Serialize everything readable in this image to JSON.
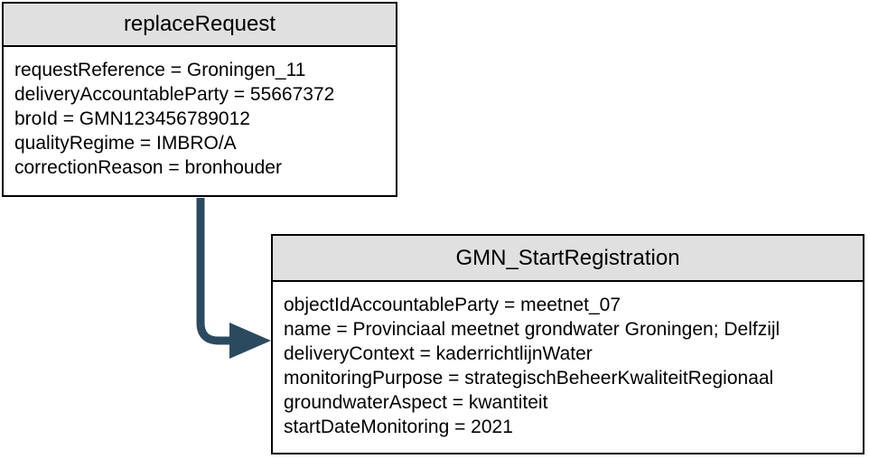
{
  "colors": {
    "arrow": "#2b4a60",
    "node_header_bg": "#e0e0e0",
    "node_border": "#000000",
    "canvas_bg": "#ffffff"
  },
  "nodes": {
    "replace_request": {
      "title": "replaceRequest",
      "attributes": [
        "requestReference = Groningen_11",
        "deliveryAccountableParty = 55667372",
        "broId = GMN123456789012",
        "qualityRegime = IMBRO/A",
        "correctionReason = bronhouder"
      ]
    },
    "gmn_start_registration": {
      "title": "GMN_StartRegistration",
      "attributes": [
        "objectIdAccountableParty = meetnet_07",
        "name = Provinciaal meetnet grondwater Groningen; Delfzijl",
        "deliveryContext = kaderrichtlijnWater",
        "monitoringPurpose = strategischBeheerKwaliteitRegionaal",
        "groundwaterAspect = kwantiteit",
        "startDateMonitoring = 2021"
      ]
    }
  }
}
